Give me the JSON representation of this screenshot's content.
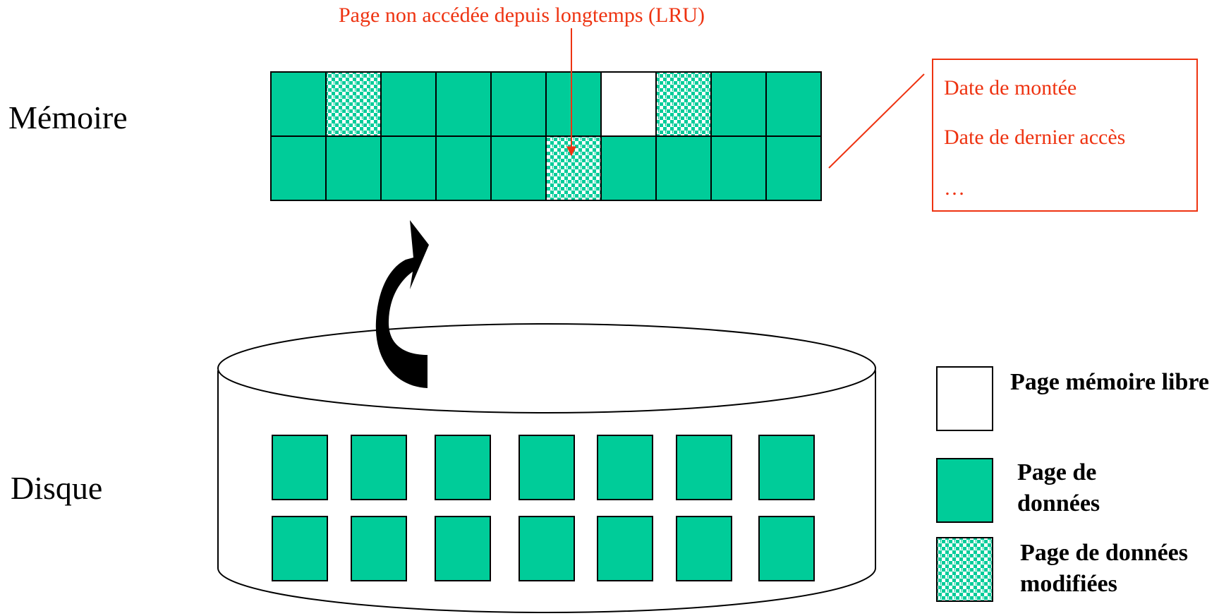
{
  "labels": {
    "memory": "Mémoire",
    "disk": "Disque",
    "lru": "Page non accédée depuis longtemps (LRU)"
  },
  "page_metadata": {
    "lines": [
      "Date de montée",
      "Date de dernier accès",
      "…"
    ]
  },
  "legend": {
    "free_page": "Page mémoire libre",
    "data_page": "Page de données",
    "modified_page": "Page de données modifiées"
  },
  "memory_grid": {
    "rows": [
      [
        "data",
        "modified",
        "data",
        "data",
        "data",
        "data",
        "free",
        "modified",
        "data",
        "data"
      ],
      [
        "data",
        "data",
        "data",
        "data",
        "data",
        "modified",
        "data",
        "data",
        "data",
        "data"
      ]
    ]
  },
  "disk_grid": {
    "rows": [
      [
        "data",
        "data",
        "data",
        "data",
        "data",
        "data",
        "data"
      ],
      [
        "data",
        "data",
        "data",
        "data",
        "data",
        "data",
        "data"
      ]
    ]
  },
  "colors": {
    "data_page": "#00cc99",
    "annotation": "#ee3311",
    "outline": "#000000"
  }
}
